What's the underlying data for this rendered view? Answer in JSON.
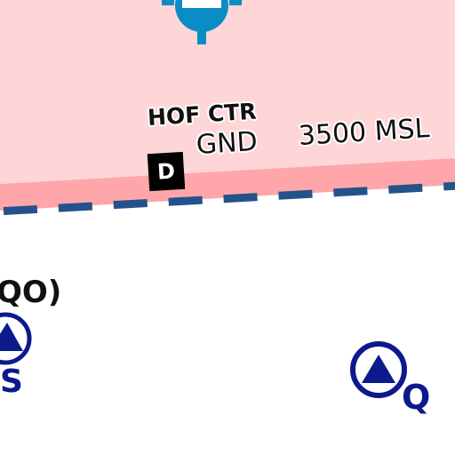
{
  "map": {
    "colors": {
      "ctr_fill": "#ffd6d8",
      "ctr_band": "#ffa6aa",
      "ctr_boundary": "#24528a",
      "navaid": "#0d1a8c",
      "top_symbol": "#0a8dc6"
    },
    "ctr": {
      "name": "HOF CTR",
      "lower_limit": "GND",
      "upper_limit": "3500 MSL",
      "airspace_class": "D"
    },
    "labels": {
      "left_partial_name": "QO)",
      "left_partial_suffix": "S",
      "right_suffix": "Q"
    },
    "icons": {
      "top": "aerodrome-symbol-icon",
      "left": "navaid-triangle-icon",
      "right": "navaid-triangle-icon"
    }
  }
}
